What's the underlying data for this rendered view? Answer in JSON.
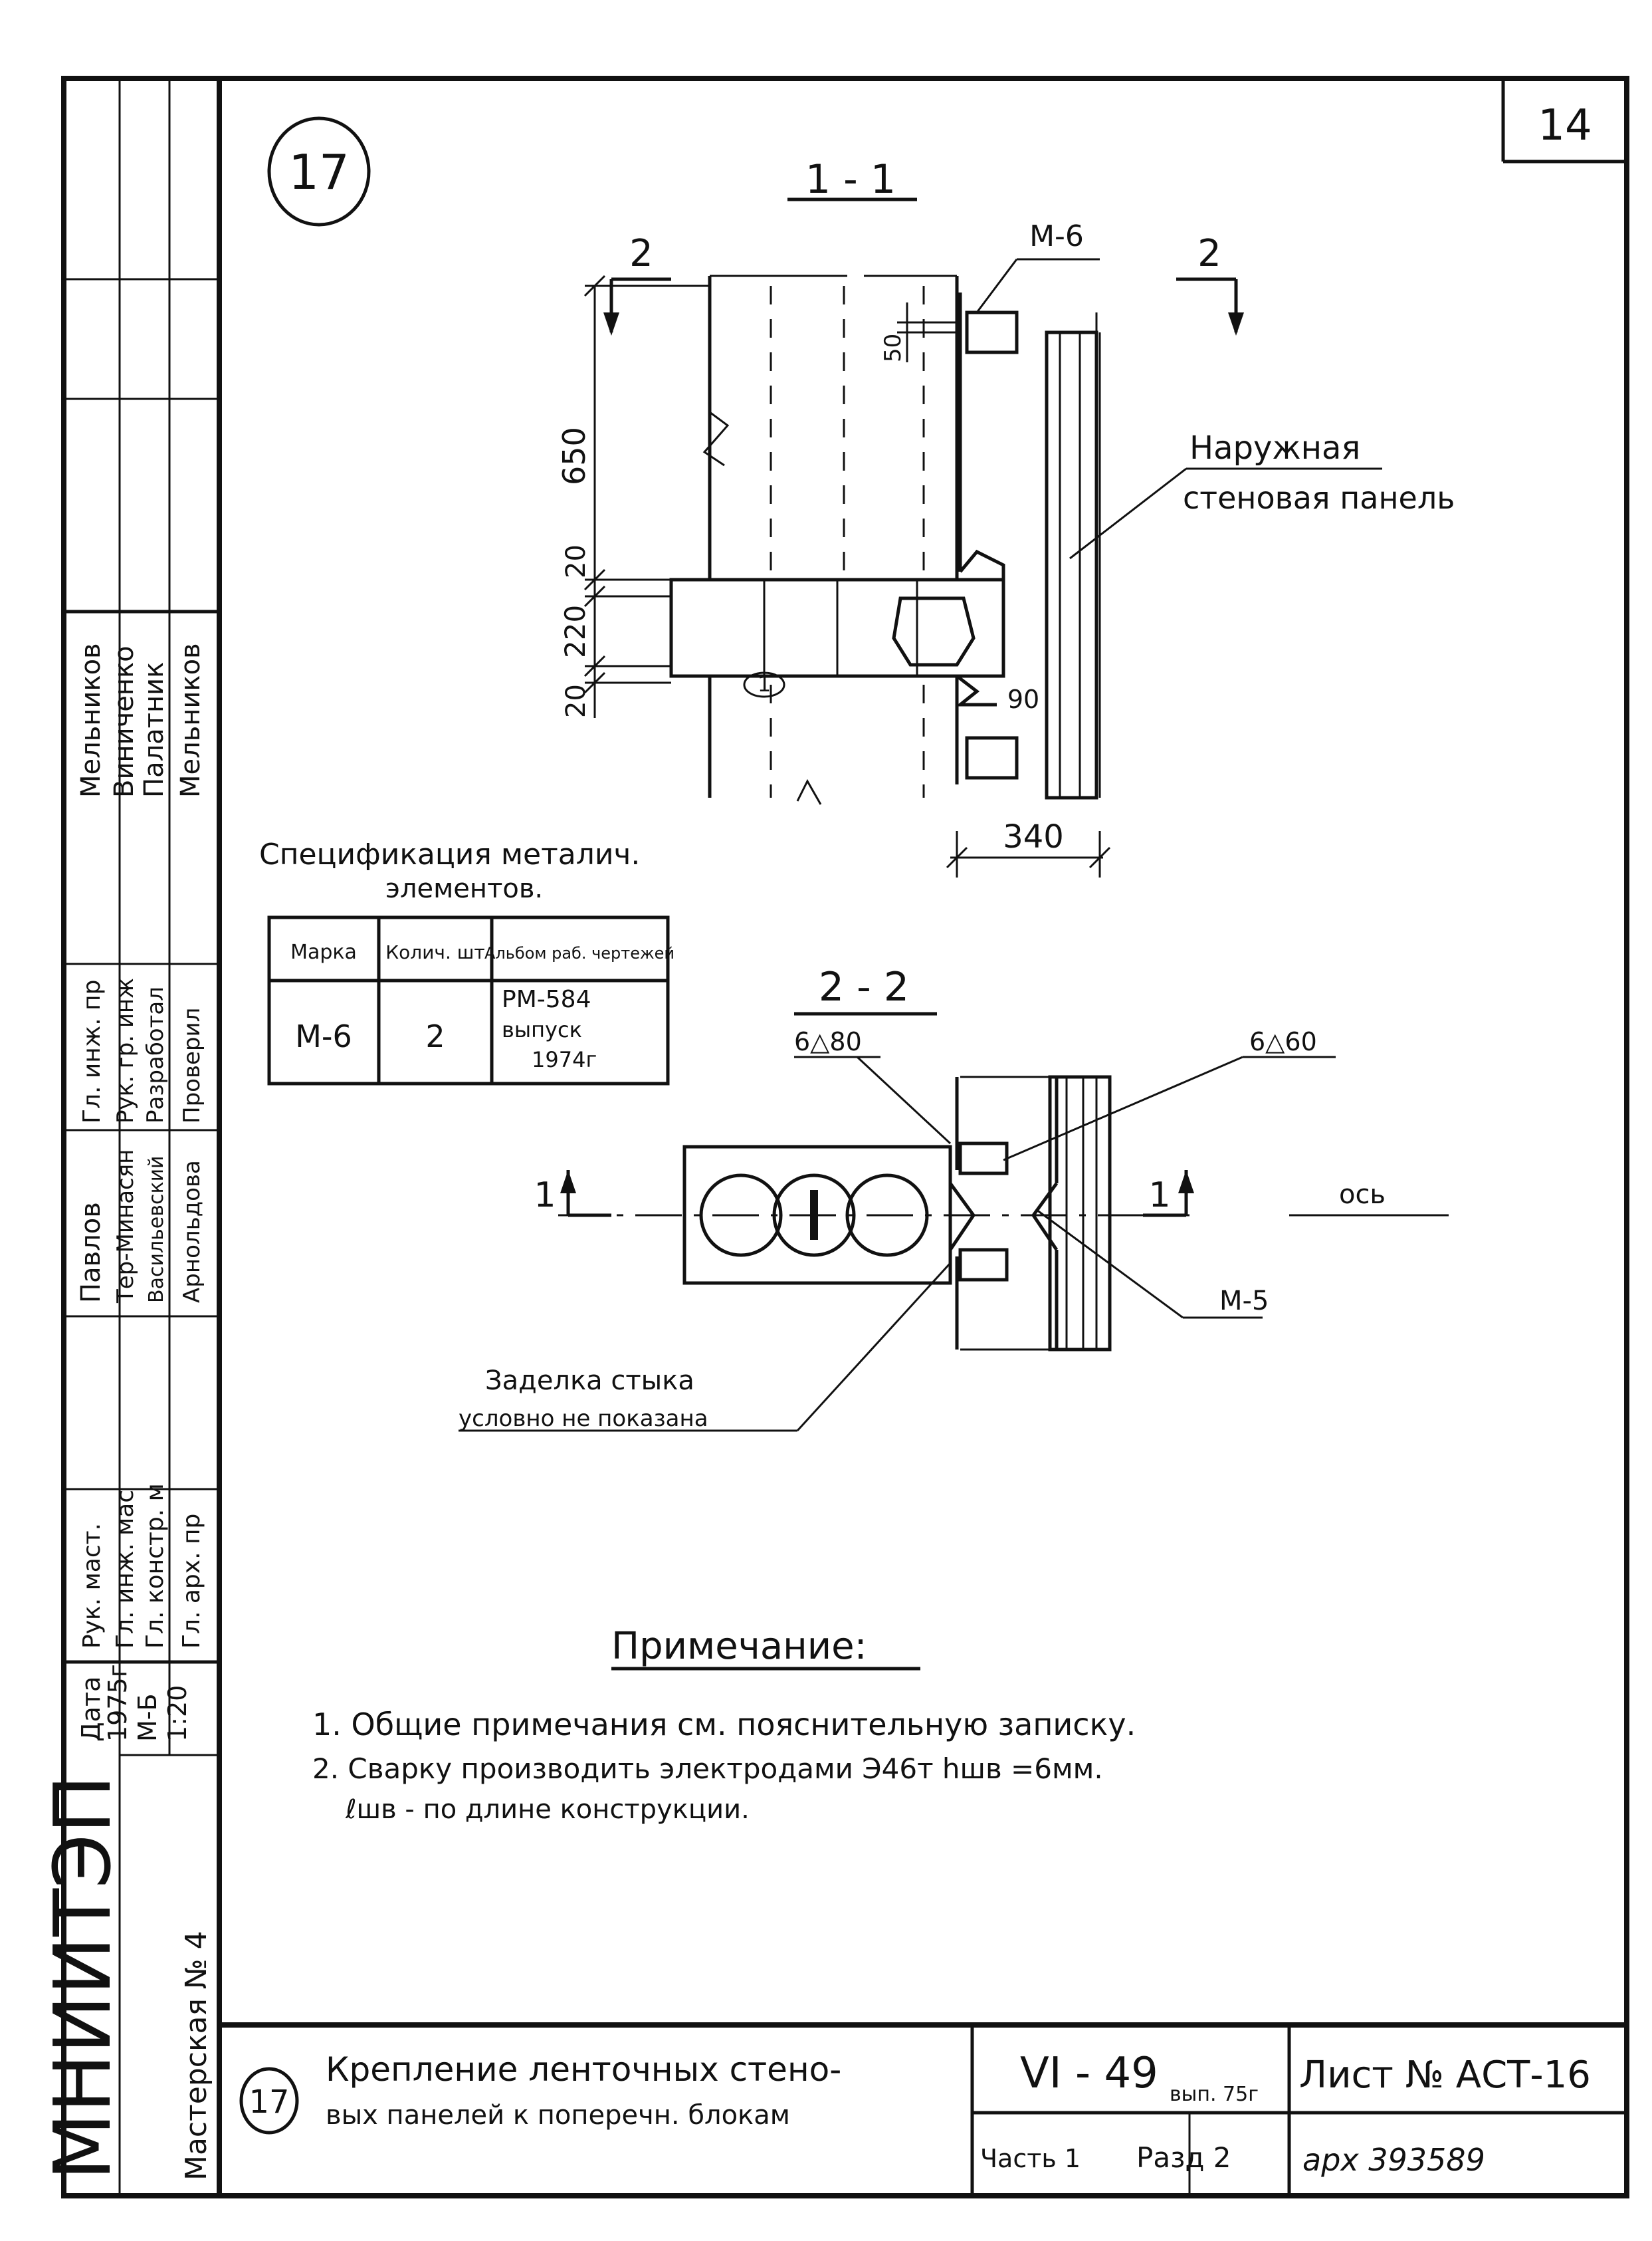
{
  "sheet": {
    "drawing_number": "17",
    "page_number": "14"
  },
  "section_1_1": {
    "title": "1 - 1",
    "cut_marker": "2",
    "part_label": "М-6",
    "dim_650": "650",
    "dim_20_top": "20",
    "dim_220": "220",
    "dim_20_bottom": "20",
    "dim_50": "50",
    "dim_90": "90",
    "dim_340": "340",
    "panel_label_1": "Наружная",
    "panel_label_2": "стеновая панель",
    "block_mark": "1"
  },
  "specification": {
    "title_1": "Спецификация металич.",
    "title_2": "элементов.",
    "headers": [
      "Марка",
      "Колич. шт",
      "Альбом раб. чертежей"
    ],
    "rows": [
      {
        "mark": "М-6",
        "qty": "2",
        "album_1": "РМ-584",
        "album_2": "выпуск",
        "album_3": "1974г"
      }
    ]
  },
  "section_2_2": {
    "title": "2 - 2",
    "weld_left": "6△80",
    "weld_right": "6△60",
    "cut_marker": "1",
    "axis_label": "ось",
    "part_label": "М-5",
    "note_1": "Заделка стыка",
    "note_2": "условно не показана"
  },
  "notes": {
    "title": "Примечание:",
    "items": [
      "1. Общие примечания см. пояснительную записку.",
      "2. Сварку производить электродами Э46т hшв =6мм.",
      "ℓшв - по длине конструкции."
    ]
  },
  "side_stamp": {
    "org": "МНИИТЭП",
    "workshop": "Мастерская № 4",
    "date_label": "Дата",
    "date_value": "1975г",
    "scale_label": "М-Б",
    "scale_value": "1:20",
    "positions": [
      "Рук. маст.",
      "Гл. инж. мас",
      "Гл. констр. м",
      "Гл. арх. пр",
      "Гл. инж. пр",
      "Рук. гр. инж",
      "Разработал",
      "Проверил"
    ],
    "names": [
      "Павлов",
      "Тер-Минасян",
      "Васильевский",
      "Арнольдова",
      "Мельников",
      "Виниченко",
      "Палатник",
      "Мельников"
    ]
  },
  "title_block": {
    "drawing_number": "17",
    "title_1": "Крепление ленточных стено-",
    "title_2": "вых панелей к поперечн. блокам",
    "series": "VI - 49",
    "issue": "вып. 75г",
    "part": "Часть 1",
    "section": "Разд 2",
    "sheet": "Лист № АСТ-16",
    "archive": "арх 393589"
  }
}
